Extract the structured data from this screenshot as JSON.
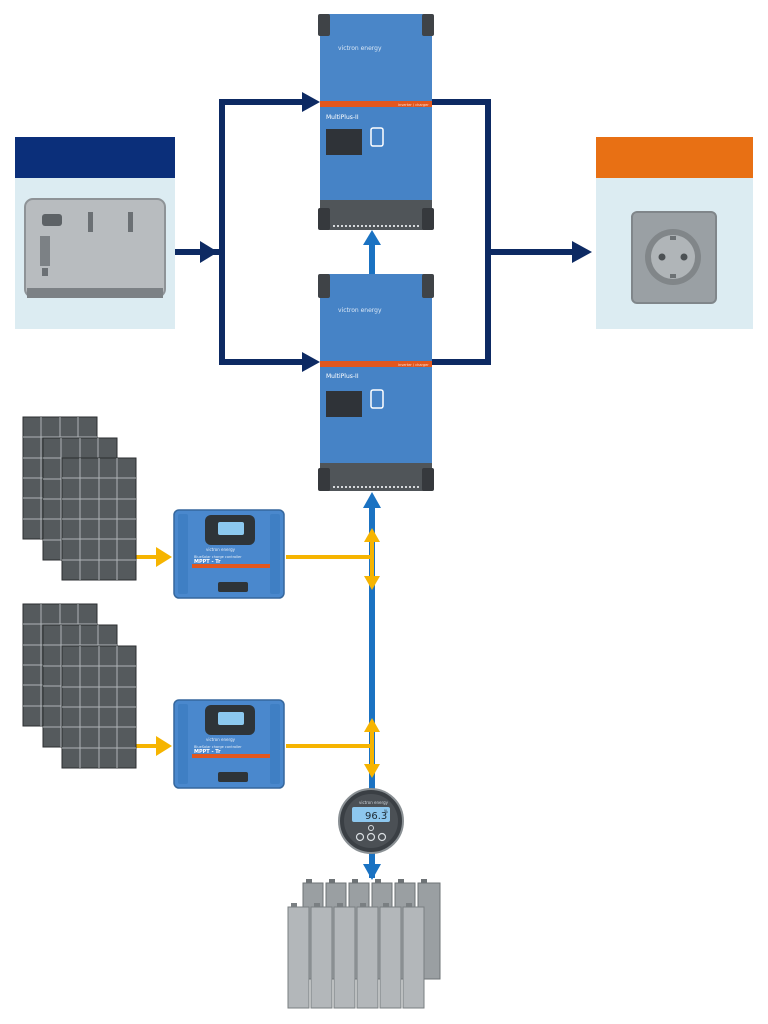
{
  "diagram": {
    "inverter_top": {
      "brand": "victron energy",
      "model": "MultiPlus-II",
      "stripe_note": "inverter / charger"
    },
    "inverter_bottom": {
      "brand": "victron energy",
      "model": "MultiPlus-II",
      "stripe_note": "inverter / charger"
    },
    "mppt_1": {
      "brand": "victron energy",
      "model": "BlueSolar charge controller",
      "title": "MPPT - Tr"
    },
    "mppt_2": {
      "brand": "victron energy",
      "model": "BlueSolar charge controller",
      "title": "MPPT - Tr"
    },
    "battery_monitor": {
      "brand": "victron energy",
      "reading": "96.3",
      "unit": "%"
    },
    "colors": {
      "ac_line": "#0d2a63",
      "dc_line": "#1a72c2",
      "pv_line": "#f6b400",
      "generator_header": "#0b2f7a",
      "load_header": "#e87014",
      "panel_bg": "#dcecf2",
      "device_blue": "#4683c6"
    }
  }
}
